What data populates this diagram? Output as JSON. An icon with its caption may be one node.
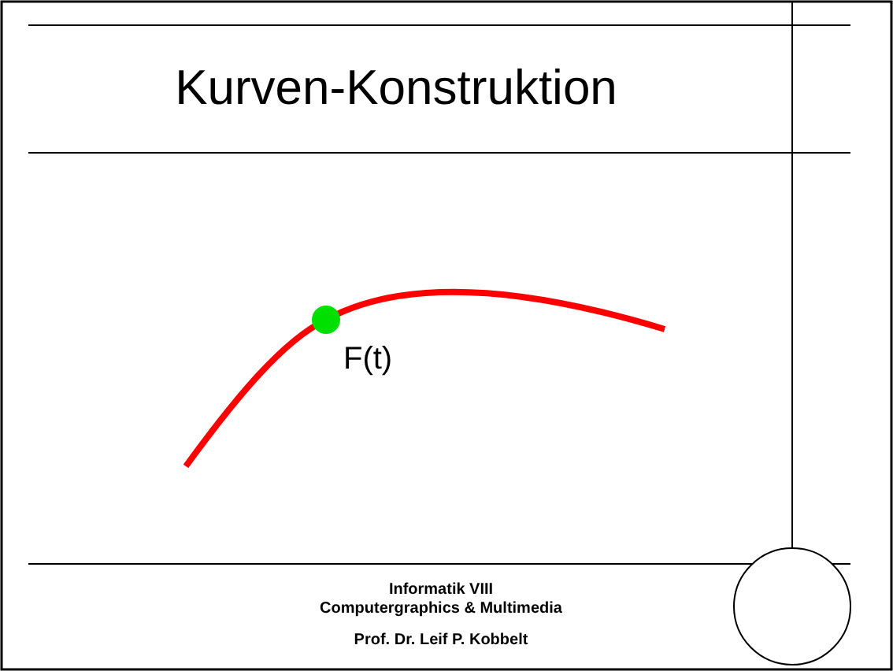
{
  "diagram": {
    "title": "Kurven-Konstruktion",
    "nodes": [
      {
        "text": [],
        "shape": "circle"
      }
    ],
    "labels": [
      "F(t)",
      "Informatik VIII",
      "Computergraphics & Multimedia",
      "Prof. Dr. Leif P. Kobbelt"
    ]
  }
}
